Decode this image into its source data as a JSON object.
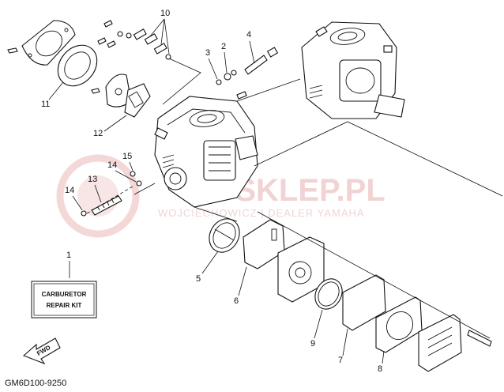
{
  "diagram": {
    "callouts": {
      "c1": "1",
      "c2": "2",
      "c3": "3",
      "c4": "4",
      "c5": "5",
      "c6": "6",
      "c7": "7",
      "c8": "8",
      "c9": "9",
      "c10": "10",
      "c11": "11",
      "c12": "12",
      "c13": "13",
      "c14a": "14",
      "c14b": "14",
      "c15": "15"
    },
    "kit_box": {
      "line1": "CARBURETOR",
      "line2": "REPAIR KIT"
    },
    "direction_arrow": "FWD",
    "diagram_code": "GM6D100-9250",
    "watermark": {
      "brand": "IA-SKLEP.PL",
      "dealer": "WOJCIECHOWICZ | DEALER YAMAHA"
    }
  }
}
